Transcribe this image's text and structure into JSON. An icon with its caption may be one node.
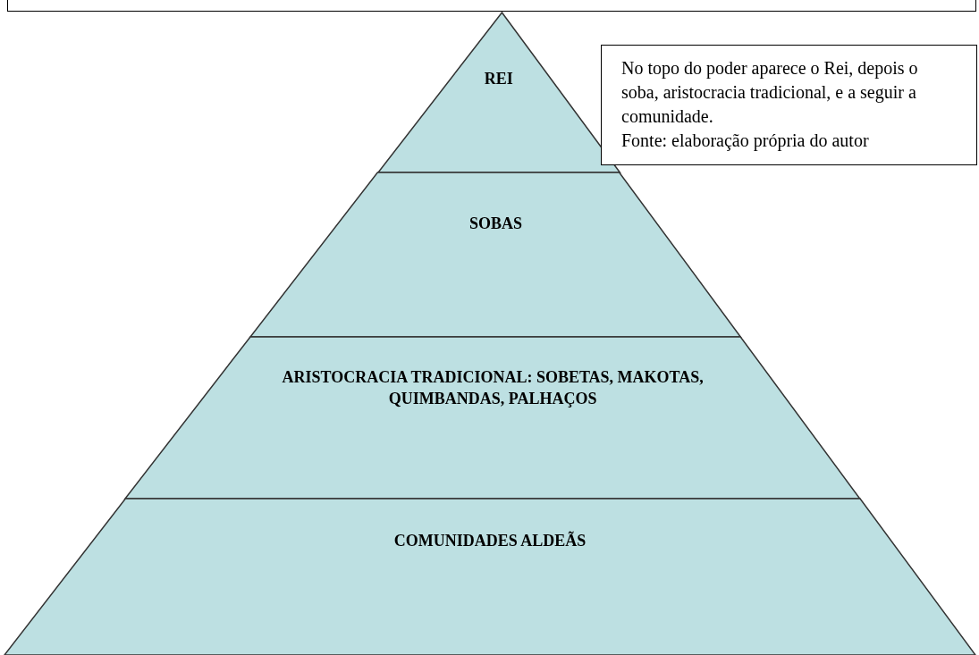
{
  "diagram": {
    "nodes": [
      {
        "text": [
          "REI"
        ]
      },
      {
        "text": [
          "SOBAS"
        ]
      },
      {
        "text": [
          "ARISTOCRACIA TRADICIONAL: SOBETAS, MAKOTAS, QUIMBANDAS, PALHAÇOS"
        ]
      },
      {
        "text": [
          "COMUNIDADES ALDEÃS"
        ]
      },
      {
        "text": [
          "No topo do poder aparece o Rei, depois o soba, aristocracia tradicional, e a seguir a comunidade.",
          "Fonte: elaboração própria do autor"
        ]
      }
    ],
    "edges": []
  }
}
